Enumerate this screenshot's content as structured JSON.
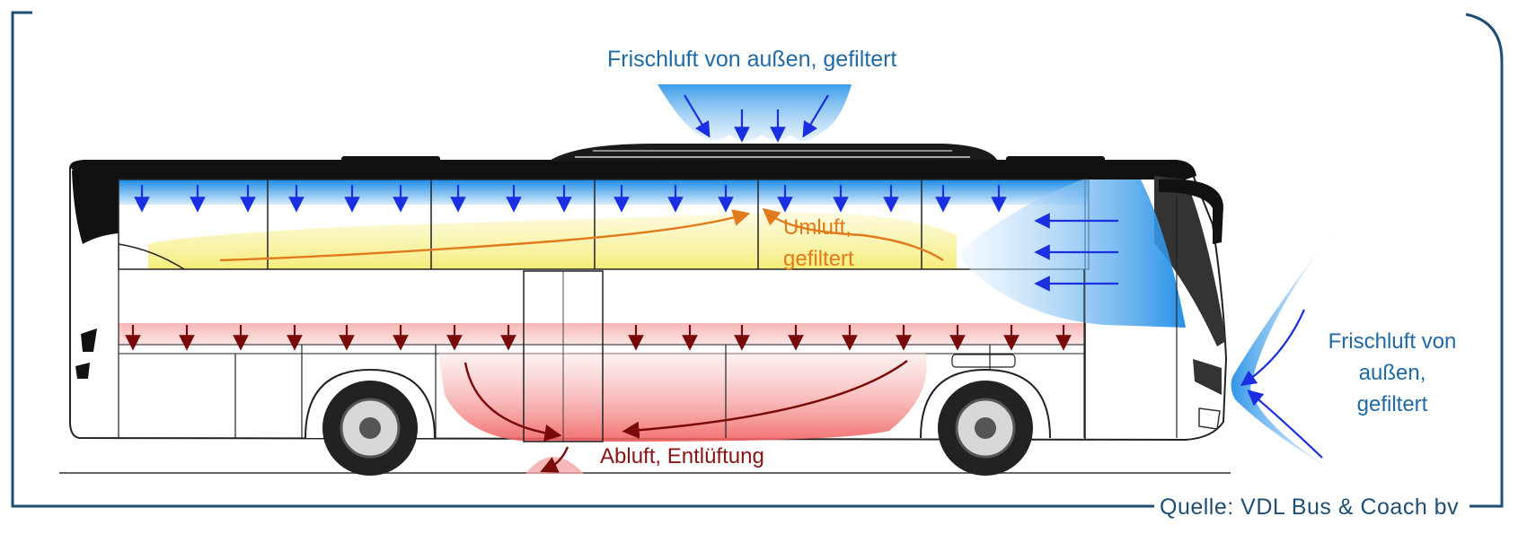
{
  "labels": {
    "fresh_air_top": "Frischluft von außen, gefiltert",
    "fresh_air_front": [
      "Frischluft von",
      "außen,",
      "gefiltert"
    ],
    "recirculation": [
      "Umluft,",
      "gefiltert"
    ],
    "exhaust": "Abluft, Entlüftung",
    "source": "Quelle: VDL Bus & Coach bv"
  },
  "colors": {
    "frame": "#1f4e72",
    "fresh_air": "#1a8be6",
    "fresh_air_arrow": "#1a2fe0",
    "recirculation": "#f7ee7a",
    "recirculation_arrow": "#e07a1a",
    "exhaust": "#f08080",
    "exhaust_arrow": "#7a0a0a",
    "label_blue": "#1f6aa5",
    "label_orange": "#e07a1a",
    "label_red": "#8a1414"
  }
}
